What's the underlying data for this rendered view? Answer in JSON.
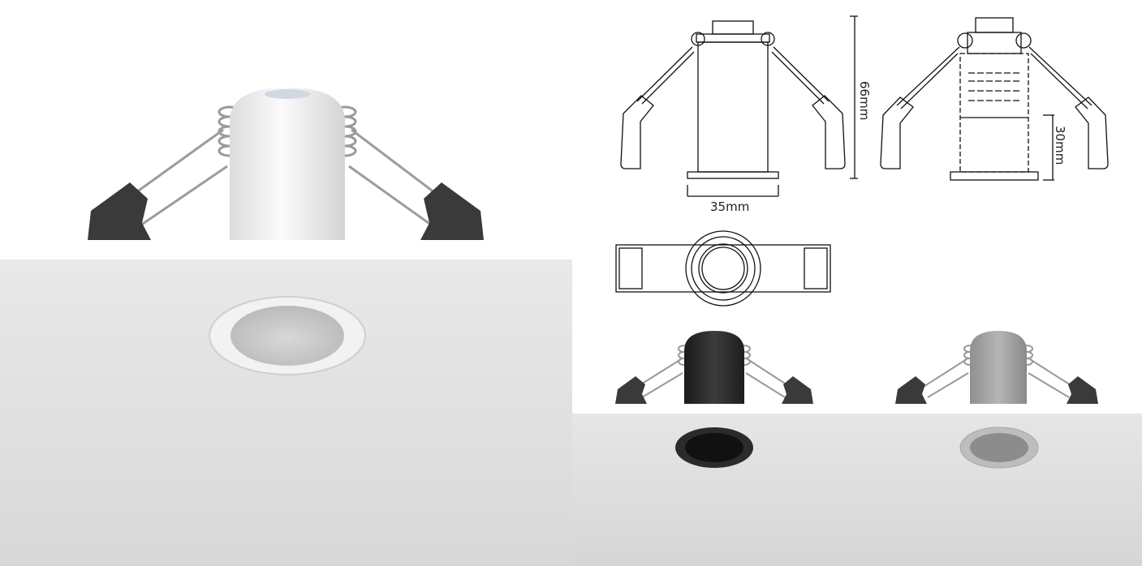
{
  "dimensions": {
    "height": "66mm",
    "width": "35mm",
    "insert_height": "30mm"
  },
  "finishes": [
    {
      "name": "white",
      "color": "#ececec"
    },
    {
      "name": "black",
      "color": "#2a2a2a"
    },
    {
      "name": "silver",
      "color": "#a4a4a4"
    }
  ],
  "colors": {
    "ceiling": "#dcdcdc",
    "spring_clip": "#3a3a3a",
    "line_drawing": "#111111"
  }
}
